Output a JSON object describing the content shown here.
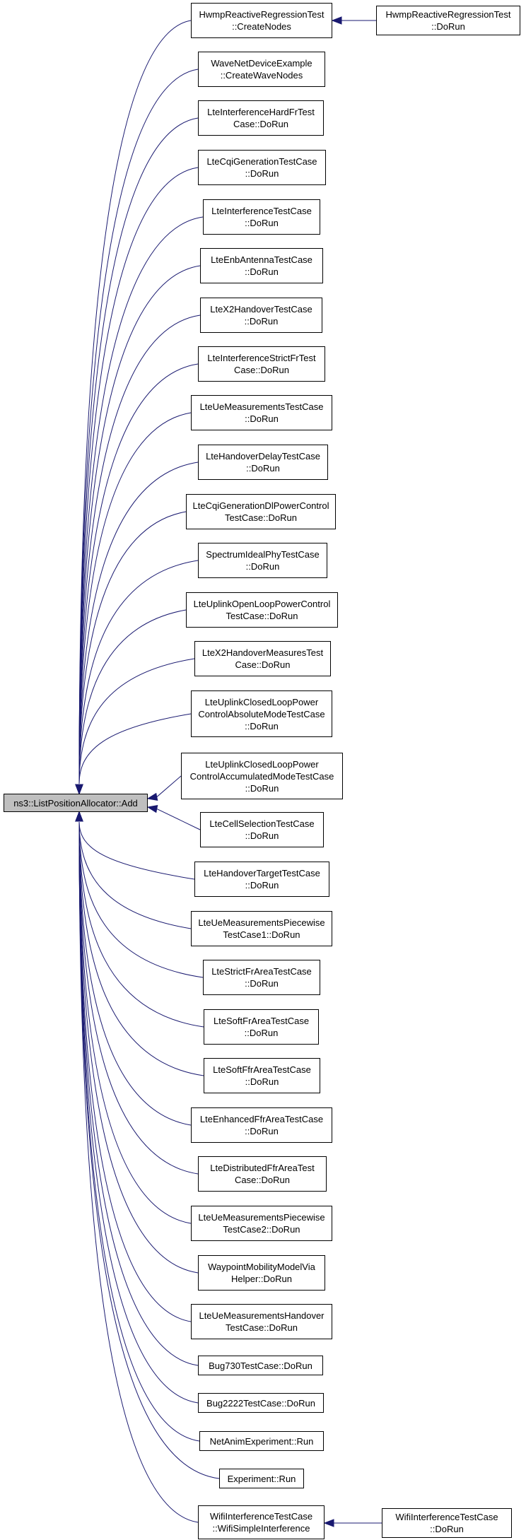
{
  "colors": {
    "edge": "#191970",
    "node_border": "#000000",
    "root_fill": "#bfbfbf",
    "node_fill": "#ffffff"
  },
  "root": {
    "lines": [
      "ns3::ListPositionAllocator::Add"
    ]
  },
  "callers": [
    {
      "id": "hwmp-create",
      "lines": [
        "HwmpReactiveRegressionTest",
        "::CreateNodes"
      ]
    },
    {
      "id": "wave-create",
      "lines": [
        "WaveNetDeviceExample",
        "::CreateWaveNodes"
      ]
    },
    {
      "id": "lte-hardfr",
      "lines": [
        "LteInterferenceHardFrTest",
        "Case::DoRun"
      ]
    },
    {
      "id": "lte-cqi",
      "lines": [
        "LteCqiGenerationTestCase",
        "::DoRun"
      ]
    },
    {
      "id": "lte-interf",
      "lines": [
        "LteInterferenceTestCase",
        "::DoRun"
      ]
    },
    {
      "id": "lte-antenna",
      "lines": [
        "LteEnbAntennaTestCase",
        "::DoRun"
      ]
    },
    {
      "id": "lte-x2",
      "lines": [
        "LteX2HandoverTestCase",
        "::DoRun"
      ]
    },
    {
      "id": "lte-strictfr",
      "lines": [
        "LteInterferenceStrictFrTest",
        "Case::DoRun"
      ]
    },
    {
      "id": "lte-uemeas",
      "lines": [
        "LteUeMeasurementsTestCase",
        "::DoRun"
      ]
    },
    {
      "id": "lte-hodelay",
      "lines": [
        "LteHandoverDelayTestCase",
        "::DoRun"
      ]
    },
    {
      "id": "lte-cqidl",
      "lines": [
        "LteCqiGenerationDlPowerControl",
        "TestCase::DoRun"
      ]
    },
    {
      "id": "spectrum-ideal",
      "lines": [
        "SpectrumIdealPhyTestCase",
        "::DoRun"
      ]
    },
    {
      "id": "lte-ulopen",
      "lines": [
        "LteUplinkOpenLoopPowerControl",
        "TestCase::DoRun"
      ]
    },
    {
      "id": "lte-x2meas",
      "lines": [
        "LteX2HandoverMeasuresTest",
        "Case::DoRun"
      ]
    },
    {
      "id": "lte-ulclosed-abs",
      "lines": [
        "LteUplinkClosedLoopPower",
        "ControlAbsoluteModeTestCase",
        "::DoRun"
      ]
    },
    {
      "id": "lte-ulclosed-acc",
      "lines": [
        "LteUplinkClosedLoopPower",
        "ControlAccumulatedModeTestCase",
        "::DoRun"
      ]
    },
    {
      "id": "lte-cellsel",
      "lines": [
        "LteCellSelectionTestCase",
        "::DoRun"
      ]
    },
    {
      "id": "lte-hotarget",
      "lines": [
        "LteHandoverTargetTestCase",
        "::DoRun"
      ]
    },
    {
      "id": "lte-uemeas-pw1",
      "lines": [
        "LteUeMeasurementsPiecewise",
        "TestCase1::DoRun"
      ]
    },
    {
      "id": "lte-strictfr-area",
      "lines": [
        "LteStrictFrAreaTestCase",
        "::DoRun"
      ]
    },
    {
      "id": "lte-softfr-area",
      "lines": [
        "LteSoftFrAreaTestCase",
        "::DoRun"
      ]
    },
    {
      "id": "lte-softffr-area",
      "lines": [
        "LteSoftFfrAreaTestCase",
        "::DoRun"
      ]
    },
    {
      "id": "lte-enhffr-area",
      "lines": [
        "LteEnhancedFfrAreaTestCase",
        "::DoRun"
      ]
    },
    {
      "id": "lte-distffr-area",
      "lines": [
        "LteDistributedFfrAreaTest",
        "Case::DoRun"
      ]
    },
    {
      "id": "lte-uemeas-pw2",
      "lines": [
        "LteUeMeasurementsPiecewise",
        "TestCase2::DoRun"
      ]
    },
    {
      "id": "waypoint",
      "lines": [
        "WaypointMobilityModelVia",
        "Helper::DoRun"
      ]
    },
    {
      "id": "lte-uemeas-ho",
      "lines": [
        "LteUeMeasurementsHandover",
        "TestCase::DoRun"
      ]
    },
    {
      "id": "bug730",
      "lines": [
        "Bug730TestCase::DoRun"
      ]
    },
    {
      "id": "bug2222",
      "lines": [
        "Bug2222TestCase::DoRun"
      ]
    },
    {
      "id": "netanim",
      "lines": [
        "NetAnimExperiment::Run"
      ]
    },
    {
      "id": "experiment",
      "lines": [
        "Experiment::Run"
      ]
    },
    {
      "id": "wifi-interf",
      "lines": [
        "WifiInterferenceTestCase",
        "::WifiSimpleInterference"
      ]
    }
  ],
  "second_level": [
    {
      "id": "hwmp-dorun",
      "from": "hwmp-create",
      "lines": [
        "HwmpReactiveRegressionTest",
        "::DoRun"
      ]
    },
    {
      "id": "wifi-dorun",
      "from": "wifi-interf",
      "lines": [
        "WifiInterferenceTestCase",
        "::DoRun"
      ]
    }
  ]
}
